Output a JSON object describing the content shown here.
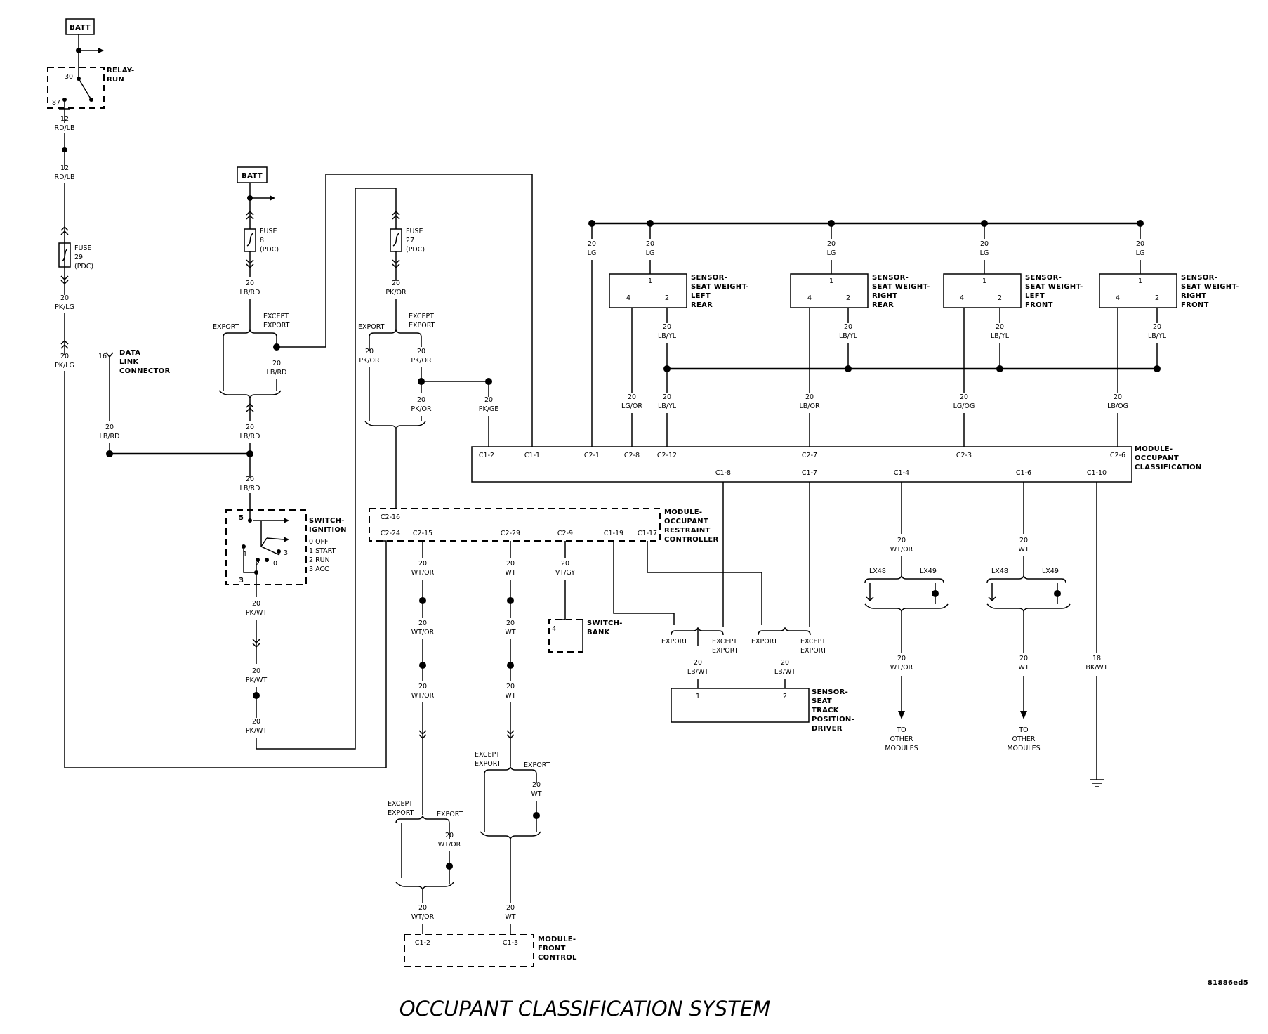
{
  "title": "OCCUPANT CLASSIFICATION SYSTEM",
  "drawing_number": "81886ed5",
  "power": {
    "batt_left": "BATT",
    "batt_mid": "BATT"
  },
  "relay": {
    "name": "RELAY-\nRUN",
    "pin30": "30",
    "pin87": "87"
  },
  "wires_left": [
    {
      "gauge": "12",
      "color": "RD/LB"
    },
    {
      "gauge": "12",
      "color": "RD/LB"
    },
    {
      "gauge": "20",
      "color": "PK/LG"
    },
    {
      "gauge": "20",
      "color": "PK/LG"
    }
  ],
  "fuses": {
    "f29": "FUSE\n29\n(PDC)",
    "f8": "FUSE\n8\n(PDC)",
    "f27": "FUSE\n27\n(PDC)"
  },
  "dlc": {
    "pin": "16",
    "name": "DATA\nLINK\nCONNECTOR",
    "wire": "20\nLB/RD"
  },
  "export_labels": {
    "export": "EXPORT",
    "except_export": "EXCEPT\nEXPORT"
  },
  "ign_wires": {
    "w1": "20\nLB/RD",
    "w2": "20\nLB/RD",
    "w3": "20\nLB/RD",
    "w4": "20\nLB/RD",
    "w5": "20\nPK/WT",
    "w6": "20\nPK/WT",
    "w7": "20\nPK/WT"
  },
  "f27_wires": {
    "w1": "20\nPK/OR",
    "w2": "20\nPK/OR",
    "w3": "20\nPK/OR",
    "w4": "20\nPK/OR",
    "w5": "20\nPK/GE"
  },
  "ignition_switch": {
    "name": "SWITCH-\nIGNITION",
    "positions": "0 OFF\n1 START\n2 RUN\n3 ACC",
    "pin5": "5",
    "pin3": "3",
    "p1": "1",
    "p2": "2",
    "p0": "0",
    "p3": "3"
  },
  "sensors_top": [
    {
      "name": "SENSOR-\nSEAT WEIGHT-\nLEFT\nREAR",
      "pin1": "1",
      "pin4": "4",
      "pin2": "2",
      "w_top": "20\nLG",
      "w2": "20\nLB/YL",
      "w4": "20\nLG/OR"
    },
    {
      "name": "SENSOR-\nSEAT WEIGHT-\nRIGHT\nREAR",
      "pin1": "1",
      "pin4": "4",
      "pin2": "2",
      "w_top": "20\nLG",
      "w2": "20\nLB/YL",
      "w4": "20\nLB/OR"
    },
    {
      "name": "SENSOR-\nSEAT WEIGHT-\nLEFT\nFRONT",
      "pin1": "1",
      "pin4": "4",
      "pin2": "2",
      "w_top": "20\nLG",
      "w2": "20\nLB/YL",
      "w4": "20\nLG/OG"
    },
    {
      "name": "SENSOR-\nSEAT WEIGHT-\nRIGHT\nFRONT",
      "pin1": "1",
      "pin4": "4",
      "pin2": "2",
      "w_top": "20\nLG",
      "w2": "20\nLB/YL",
      "w4": "20\nLB/OG"
    }
  ],
  "extra_lg": "20\nLG",
  "lbyl_common": "20\nLB/YL",
  "occ_module": {
    "name": "MODULE-\nOCCUPANT\nCLASSIFICATION",
    "top_pins": [
      "C1-2",
      "C1-1",
      "C2-1",
      "C2-8",
      "C2-12",
      "C2-7",
      "C2-3",
      "C2-6"
    ],
    "bottom_pins": [
      "C1-8",
      "C1-7",
      "C1-4",
      "C1-6",
      "C1-10"
    ]
  },
  "orc_module": {
    "name": "MODULE-\nOCCUPANT\nRESTRAINT\nCONTROLLER",
    "pins": [
      "C2-16",
      "C2-24",
      "C2-15",
      "C2-29",
      "C2-9",
      "C1-19",
      "C1-17"
    ]
  },
  "orc_wires": {
    "wtor1": "20\nWT/OR",
    "wtor2": "20\nWT/OR",
    "wtor3": "20\nWT/OR",
    "wtor4": "20\nWT/OR",
    "wtor5": "20\nWT/OR",
    "wt1": "20\nWT",
    "wt2": "20\nWT",
    "wt3": "20\nWT",
    "wt4": "20\nWT",
    "wt5": "20\nWT",
    "vtgy": "20\nVT/GY"
  },
  "switch_bank": {
    "name": "SWITCH-\nBANK",
    "pin": "4"
  },
  "track_sensor": {
    "name": "SENSOR-\nSEAT\nTRACK\nPOSITION-\nDRIVER",
    "pin1": "1",
    "pin2": "2",
    "w1": "20\nLB/WT",
    "w2": "20\nLB/WT"
  },
  "bus": {
    "lx48": "LX48",
    "lx49": "LX49",
    "w_wtor_a": "20\nWT/OR",
    "w_wtor_b": "20\nWT/OR",
    "w_wt_a": "20\nWT",
    "w_wt_b": "20\nWT",
    "to_other": "TO\nOTHER\nMODULES"
  },
  "ground_wire": "18\nBK/WT",
  "front_control": {
    "name": "MODULE-\nFRONT\nCONTROL",
    "pin_a": "C1-2",
    "pin_b": "C1-3"
  }
}
